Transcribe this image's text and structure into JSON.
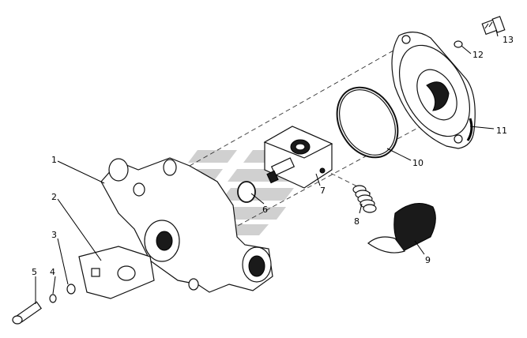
{
  "diagram": {
    "labels": [
      "1",
      "2",
      "3",
      "4",
      "5",
      "6",
      "7",
      "8",
      "9",
      "10",
      "11",
      "12",
      "13"
    ],
    "watermark_color": "#c8c8c8"
  }
}
